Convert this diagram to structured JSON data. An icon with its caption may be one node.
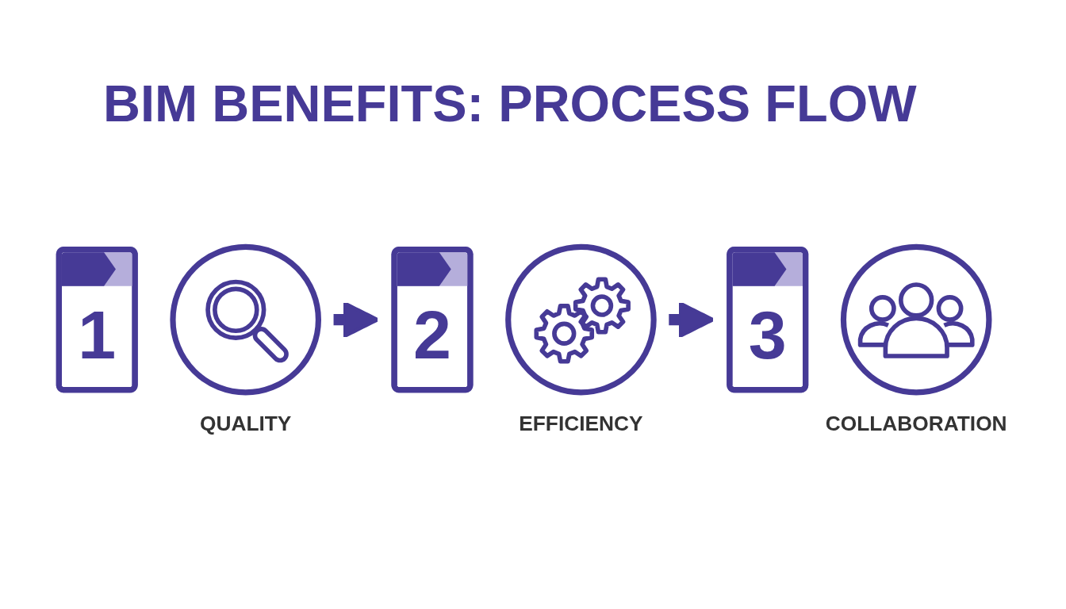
{
  "diagram": {
    "title": "BIM BENEFITS: PROCESS FLOW",
    "nodes": [
      {
        "text": [
          "1"
        ]
      },
      {
        "text": [],
        "shape": "circle",
        "beside": [
          "QUALITY"
        ]
      },
      {
        "text": [
          "2"
        ]
      },
      {
        "text": [],
        "shape": "circle",
        "beside": [
          "EFFICIENCY"
        ]
      },
      {
        "text": [
          "3"
        ]
      },
      {
        "text": [],
        "shape": "circle",
        "beside": [
          "COLLABORATION"
        ]
      }
    ],
    "edges": [
      {
        "from": 1,
        "to": 2,
        "arrow": "to"
      },
      {
        "from": 3,
        "to": 4,
        "arrow": "to"
      }
    ]
  }
}
